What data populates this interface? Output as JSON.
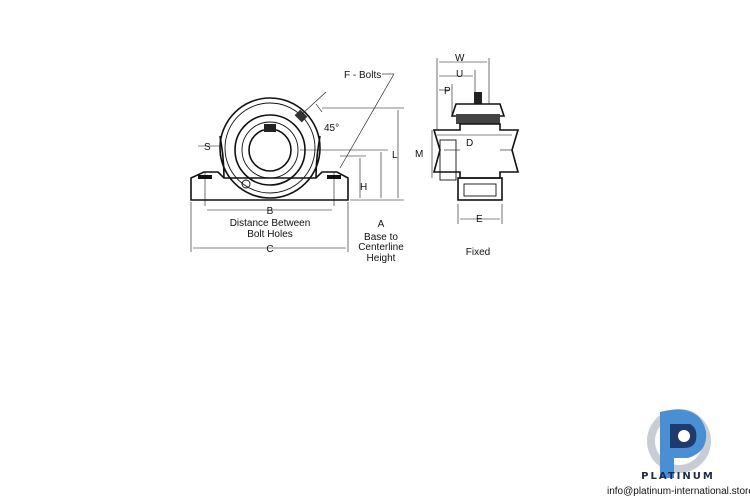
{
  "labels": {
    "f_bolts": "F - Bolts",
    "angle": "45°",
    "s": "S",
    "l": "L",
    "h": "H",
    "b": "B",
    "distance_1": "Distance Between",
    "distance_2": "Bolt Holes",
    "c": "C",
    "a": "A",
    "base_1": "Base to",
    "base_2": "Centerline",
    "base_3": "Height",
    "w": "W",
    "u": "U",
    "p": "P",
    "d": "D",
    "m": "M",
    "e": "E",
    "fixed": "Fixed"
  },
  "brand": {
    "name": "PLATINUM",
    "email": "info@platinum-international.store",
    "colors": {
      "dark": "#1e3a6e",
      "light": "#4a8fd4",
      "grey": "#c8ccd4"
    }
  }
}
